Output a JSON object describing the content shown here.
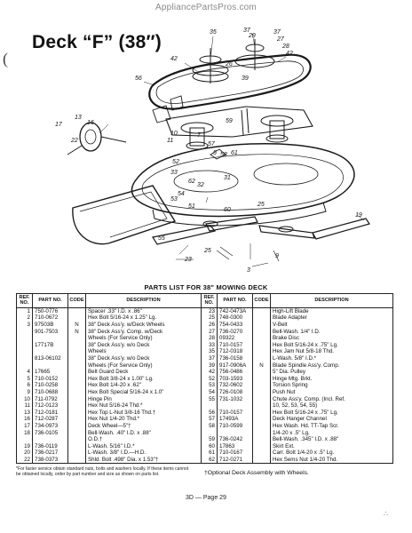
{
  "watermark": "AppliancePartsPros.com",
  "title": "Deck “F” (38″)",
  "margin_mark": "(",
  "callouts": [
    "35",
    "37",
    "29",
    "37",
    "27",
    "28",
    "42",
    "42",
    "56",
    "17",
    "13",
    "16",
    "22",
    "26",
    "39",
    "10",
    "11",
    "7",
    "59",
    "57",
    "5",
    "58",
    "61",
    "52",
    "33",
    "62",
    "31",
    "32",
    "54",
    "53",
    "51",
    "60",
    "25",
    "55",
    "25",
    "19",
    "23",
    "9",
    "3"
  ],
  "parts_list_title": "PARTS LIST FOR 38\" MOWING DECK",
  "headers": {
    "ref": "REF. NO.",
    "part": "PART NO.",
    "code": "CODE",
    "desc": "DESCRIPTION"
  },
  "left_rows": [
    {
      "ref": "1",
      "part": "750-0776",
      "code": "",
      "desc": "Spacer .33\" I.D. x .86\""
    },
    {
      "ref": "2",
      "part": "710-0672",
      "code": "",
      "desc": "Hex Bolt 5/16-24 x 1.25\" Lg."
    },
    {
      "ref": "3",
      "part": "97503B",
      "code": "N",
      "desc": "38\" Deck Ass'y. w/Deck Wheels"
    },
    {
      "ref": "",
      "part": "901-7503",
      "code": "N",
      "desc": "38\" Deck Ass'y. Comp. w/Deck"
    },
    {
      "ref": "",
      "part": "",
      "code": "",
      "desc": "Wheels (For Service Only)"
    },
    {
      "ref": "",
      "part": "17717B",
      "code": "",
      "desc": "38\" Deck Ass'y. w/o Deck"
    },
    {
      "ref": "",
      "part": "",
      "code": "",
      "desc": "Wheels"
    },
    {
      "ref": "",
      "part": "813-06102",
      "code": "",
      "desc": "38\" Deck Ass'y. w/o Deck"
    },
    {
      "ref": "",
      "part": "",
      "code": "",
      "desc": "Wheels (For Service Only)"
    },
    {
      "ref": "4",
      "part": "17665",
      "code": "",
      "desc": "Belt Guard Deck"
    },
    {
      "ref": "5",
      "part": "710-0152",
      "code": "",
      "desc": "Hex Bolt 3/8-24 x 1.00\" Lg."
    },
    {
      "ref": "6",
      "part": "710-0258",
      "code": "",
      "desc": "Hex Bolt 1/4-20 x .62\""
    },
    {
      "ref": "9",
      "part": "710-0688",
      "code": "",
      "desc": "Hex Bolt Special 5/16-24 x 1.0\""
    },
    {
      "ref": "10",
      "part": "711-0792",
      "code": "",
      "desc": "Hinge Pin"
    },
    {
      "ref": "11",
      "part": "712-0123",
      "code": "",
      "desc": "Hex Nut 5/16-24 Thd.*"
    },
    {
      "ref": "13",
      "part": "712-0181",
      "code": "",
      "desc": "Hex Top L-Nut 3/8-16 Thd.†"
    },
    {
      "ref": "16",
      "part": "712-0287",
      "code": "",
      "desc": "Hex Nut 1/4-20 Thd.*"
    },
    {
      "ref": "17",
      "part": "734-0973",
      "code": "",
      "desc": "Deck Wheel—5\"†"
    },
    {
      "ref": "18",
      "part": "736-0105",
      "code": "",
      "desc": "Bell-Wash. .40\" I.D. x .88\""
    },
    {
      "ref": "",
      "part": "",
      "code": "",
      "desc": "O.D.†"
    },
    {
      "ref": "19",
      "part": "736-0119",
      "code": "",
      "desc": "L-Wash. 5/16\" I.D.*"
    },
    {
      "ref": "20",
      "part": "736-0217",
      "code": "",
      "desc": "L-Wash. 3/8\" I.D.—H.D."
    },
    {
      "ref": "22",
      "part": "738-0373",
      "code": "",
      "desc": "Shld. Bolt .498\" Dia. x 1.53\"†"
    }
  ],
  "right_rows": [
    {
      "ref": "23",
      "part": "742-0473A",
      "code": "",
      "desc": "High-Lift Blade"
    },
    {
      "ref": "25",
      "part": "748-0300",
      "code": "",
      "desc": "Blade Adapter"
    },
    {
      "ref": "26",
      "part": "754-0433",
      "code": "",
      "desc": "V-Belt"
    },
    {
      "ref": "27",
      "part": "736-0270",
      "code": "",
      "desc": "Bell-Wash. 1/4\" I.D."
    },
    {
      "ref": "28",
      "part": "09322",
      "code": "",
      "desc": "Brake Disc"
    },
    {
      "ref": "33",
      "part": "710-0157",
      "code": "",
      "desc": "Hex Bolt 5/16-24 x .75\" Lg."
    },
    {
      "ref": "35",
      "part": "712-0318",
      "code": "",
      "desc": "Hex Jam Nut 5/8-18 Thd."
    },
    {
      "ref": "37",
      "part": "736-0158",
      "code": "",
      "desc": "L-Wash. 5/8\" I.D.*"
    },
    {
      "ref": "39",
      "part": "917-0906A",
      "code": "N",
      "desc": "Blade Spindle Ass'y. Comp."
    },
    {
      "ref": "42",
      "part": "756-0486",
      "code": "",
      "desc": "5\" Dia. Pulley"
    },
    {
      "ref": "52",
      "part": "703-1593",
      "code": "",
      "desc": "Hinge Mtg. Brkt."
    },
    {
      "ref": "53",
      "part": "732-0602",
      "code": "",
      "desc": "Torsion Spring"
    },
    {
      "ref": "54",
      "part": "726-0108",
      "code": "",
      "desc": "Push Nut"
    },
    {
      "ref": "55",
      "part": "731-1032",
      "code": "",
      "desc": "Chute Ass'y. Comp. (Incl. Ref."
    },
    {
      "ref": "",
      "part": "",
      "code": "",
      "desc": "10, 52, 53, 54, 55)"
    },
    {
      "ref": "56",
      "part": "710-0157",
      "code": "",
      "desc": "Hex Bolt 5/16-24 x .75\" Lg."
    },
    {
      "ref": "57",
      "part": "17493A",
      "code": "",
      "desc": "Deck Hanger Channel"
    },
    {
      "ref": "58",
      "part": "710-0599",
      "code": "",
      "desc": "Hex Wash. Hd. TT-Tap Scr."
    },
    {
      "ref": "",
      "part": "",
      "code": "",
      "desc": "1/4-20 x .5\" Lg."
    },
    {
      "ref": "59",
      "part": "736-0242",
      "code": "",
      "desc": "Bell-Wash. .345\" I.D. x .88\""
    },
    {
      "ref": "60",
      "part": "17863",
      "code": "",
      "desc": "Skirt Ext."
    },
    {
      "ref": "61",
      "part": "710-0167",
      "code": "",
      "desc": "Carr. Bolt 1/4-20 x .5\" Lg."
    },
    {
      "ref": "62",
      "part": "712-0271",
      "code": "",
      "desc": "Hex Sems Nut 1/4-20 Thd."
    }
  ],
  "footnote": "*For faster service obtain standard nuts, bolts and washers locally. If these items cannot be obtained locally, order by part number and size as shown on parts list.",
  "optional_note": "†Optional Deck Assembly with Wheels.",
  "page_number": "3D — Page 29",
  "corner_mark": "∴"
}
